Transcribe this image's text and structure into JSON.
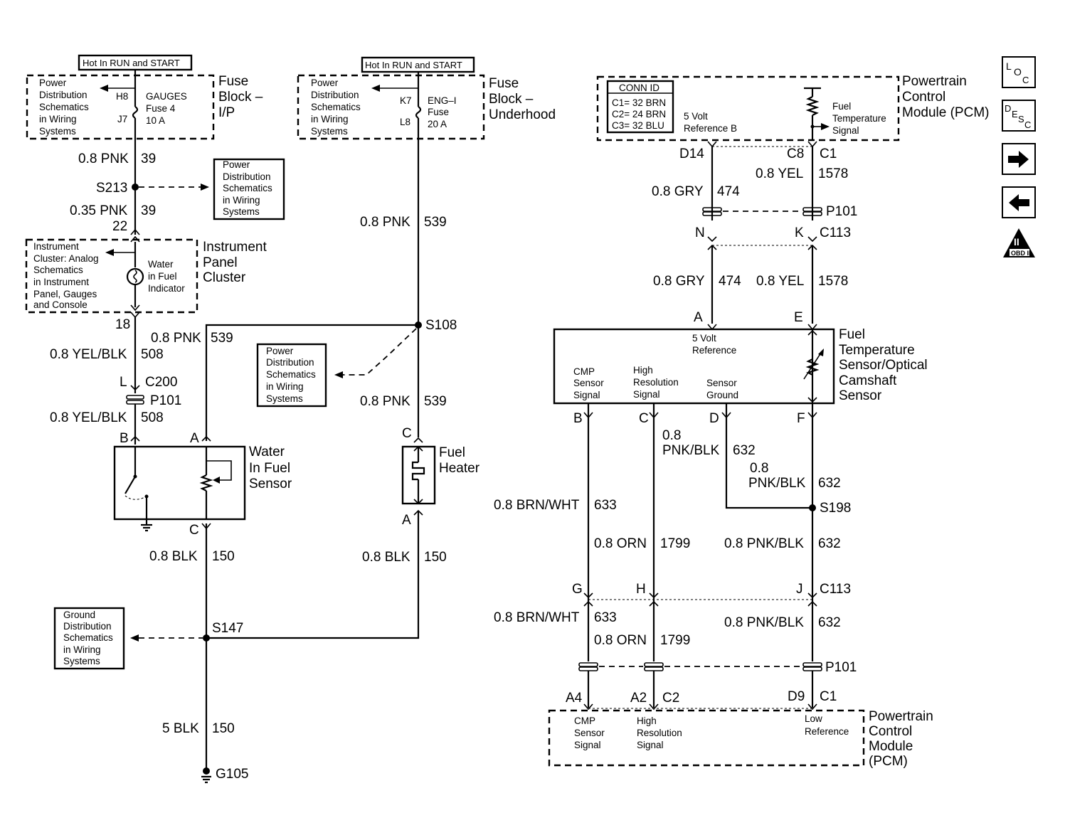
{
  "left": {
    "hot_label": "Hot In RUN and START",
    "fuse_block": {
      "title": [
        "Fuse",
        "Block –",
        "I/P"
      ],
      "ref": [
        "Power",
        "Distribution",
        "Schematics",
        "in Wiring",
        "Systems"
      ],
      "pin_in": "H8",
      "pin_out": "J7",
      "fuse_name": "GAUGES",
      "fuse_num": "Fuse 4",
      "fuse_amps": "10 A"
    },
    "w1": {
      "gauge": "0.8 PNK",
      "circuit": "39"
    },
    "s213": "S213",
    "ref_box1": [
      "Power",
      "Distribution",
      "Schematics",
      "in Wiring",
      "Systems"
    ],
    "w2": {
      "gauge": "0.35 PNK",
      "circuit": "39"
    },
    "pin22": "22",
    "cluster": {
      "title": [
        "Instrument",
        "Panel",
        "Cluster"
      ],
      "ref": [
        "Instrument",
        "Cluster: Analog",
        "Schematics",
        "in Instrument",
        "Panel, Gauges",
        "and Console"
      ],
      "indicator": [
        "Water",
        "in Fuel",
        "Indicator"
      ]
    },
    "pin18": "18",
    "w3": {
      "gauge": "0.8 YEL/BLK",
      "circuit": "508"
    },
    "conn_l": "L",
    "c200": "C200",
    "p101": "P101",
    "w4": {
      "gauge": "0.8 YEL/BLK",
      "circuit": "508"
    },
    "wif_pins": {
      "b": "B",
      "a": "A",
      "c": "C"
    },
    "wif_title": [
      "Water",
      "In Fuel",
      "Sensor"
    ],
    "w5": {
      "gauge": "0.8 PNK",
      "circuit": "539"
    },
    "w6": {
      "gauge": "0.8 BLK",
      "circuit": "150"
    },
    "ground_ref": [
      "Ground",
      "Distribution",
      "Schematics",
      "in Wiring",
      "Systems"
    ],
    "s147": "S147",
    "w7": {
      "gauge": "5 BLK",
      "circuit": "150"
    },
    "g105": "G105"
  },
  "middle": {
    "hot_label": "Hot In RUN and START",
    "fuse_block": {
      "title": [
        "Fuse",
        "Block –",
        "Underhood"
      ],
      "ref": [
        "Power",
        "Distribution",
        "Schematics",
        "in Wiring",
        "Systems"
      ],
      "pin_in": "K7",
      "pin_out": "L8",
      "fuse_name": "ENG–I",
      "fuse_num": "Fuse",
      "fuse_amps": "20 A"
    },
    "w1": {
      "gauge": "0.8 PNK",
      "circuit": "539"
    },
    "s108": "S108",
    "ref_box": [
      "Power",
      "Distribution",
      "Schematics",
      "in Wiring",
      "Systems"
    ],
    "w2": {
      "gauge": "0.8 PNK",
      "circuit": "539"
    },
    "heater_pins": {
      "c": "C",
      "a": "A"
    },
    "heater_title": [
      "Fuel",
      "Heater"
    ],
    "w3": {
      "gauge": "0.8 BLK",
      "circuit": "150"
    }
  },
  "right": {
    "pcm_top": {
      "title": [
        "Powertrain",
        "Control",
        "Module (PCM)"
      ],
      "conn_id_title": "CONN ID",
      "conn_ids": [
        "C1= 32 BRN",
        "C2= 24 BRN",
        "C3= 32 BLU"
      ],
      "ref_label": [
        "5 Volt",
        "Reference B"
      ],
      "signal_label": [
        "Fuel",
        "Temperature",
        "Signal"
      ]
    },
    "pins_top": {
      "d14": "D14",
      "c8": "C8",
      "c1": "C1"
    },
    "w_yel_top": {
      "gauge": "0.8 YEL",
      "circuit": "1578"
    },
    "w_gry_top": {
      "gauge": "0.8 GRY",
      "circuit": "474"
    },
    "p101": "P101",
    "pins_mid": {
      "n": "N",
      "k": "K",
      "c113": "C113"
    },
    "w_gry": {
      "gauge": "0.8 GRY",
      "circuit": "474"
    },
    "w_yel": {
      "gauge": "0.8 YEL",
      "circuit": "1578"
    },
    "sensor_pins": {
      "a": "A",
      "e": "E",
      "b": "B",
      "c": "C",
      "d": "D",
      "f": "F"
    },
    "sensor": {
      "title": [
        "Fuel",
        "Temperature",
        "Sensor/Optical",
        "Camshaft",
        "Sensor"
      ],
      "ref5v": [
        "5 Volt",
        "Reference"
      ],
      "cmp": [
        "CMP",
        "Sensor",
        "Signal"
      ],
      "hires": [
        "High",
        "Resolution",
        "Signal"
      ],
      "ground": [
        "Sensor",
        "Ground"
      ]
    },
    "w_pnkblk_c": {
      "gauge": [
        "0.8",
        "PNK/BLK"
      ],
      "circuit": "632"
    },
    "w_pnkblk_f": {
      "gauge": [
        "0.8",
        "PNK/BLK"
      ],
      "circuit": "632"
    },
    "w_brnwht": {
      "gauge": "0.8 BRN/WHT",
      "circuit": "633"
    },
    "s198": "S198",
    "w_orn": {
      "gauge": "0.8 ORN",
      "circuit": "1799"
    },
    "w_pnkblk2": {
      "gauge": "0.8 PNK/BLK",
      "circuit": "632"
    },
    "pins_c113": {
      "g": "G",
      "h": "H",
      "j": "J",
      "c113": "C113"
    },
    "w_brnwht2": {
      "gauge": "0.8 BRN/WHT",
      "circuit": "633"
    },
    "w_pnkblk3": {
      "gauge": "0.8 PNK/BLK",
      "circuit": "632"
    },
    "w_orn2": {
      "gauge": "0.8 ORN",
      "circuit": "1799"
    },
    "p101b": "P101",
    "pins_bottom": {
      "a4": "A4",
      "a2": "A2",
      "c2": "C2",
      "d9": "D9",
      "c1": "C1"
    },
    "pcm_bottom": {
      "title": [
        "Powertrain",
        "Control",
        "Module",
        "(PCM)"
      ],
      "cmp": [
        "CMP",
        "Sensor",
        "Signal"
      ],
      "hires": [
        "High",
        "Resolution",
        "Signal"
      ],
      "low": [
        "Low",
        "Reference"
      ]
    }
  },
  "nav": {
    "loc": {
      "l": "L",
      "o": "O",
      "c": "C"
    },
    "desc": {
      "d": "D",
      "e": "E",
      "s": "S",
      "c": "C"
    },
    "obd": {
      "num": "II",
      "label": "OBD II"
    }
  }
}
